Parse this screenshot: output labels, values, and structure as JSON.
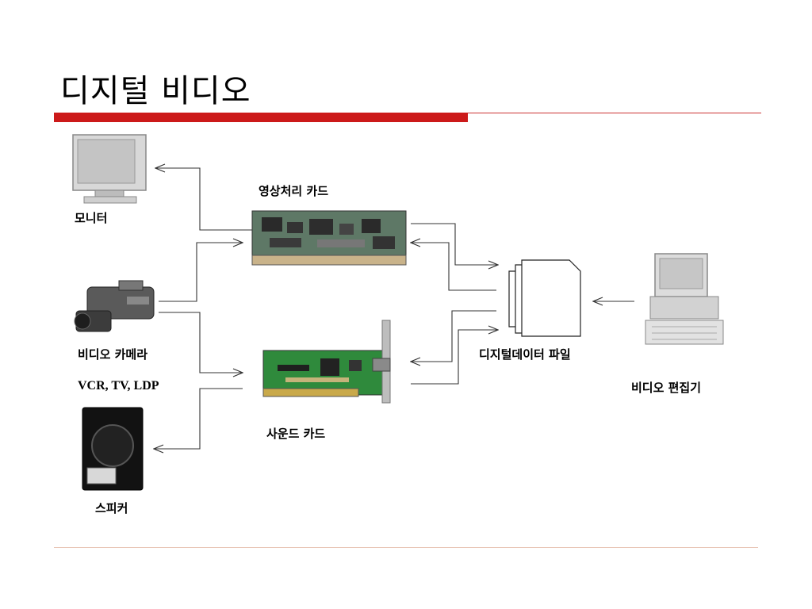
{
  "title": "디지털 비디오",
  "labels": {
    "monitor": "모니터",
    "video_card": "영상처리 카드",
    "video_camera": "비디오 카메라",
    "vcr": "VCR, TV, LDP",
    "sound_card": "사운드 카드",
    "speaker": "스피커",
    "digital_file": "디지털데이터 파일",
    "video_editor": "비디오 편집기"
  },
  "colors": {
    "accent_red": "#cc1a1a",
    "footer_line": "#e8c4b4"
  }
}
